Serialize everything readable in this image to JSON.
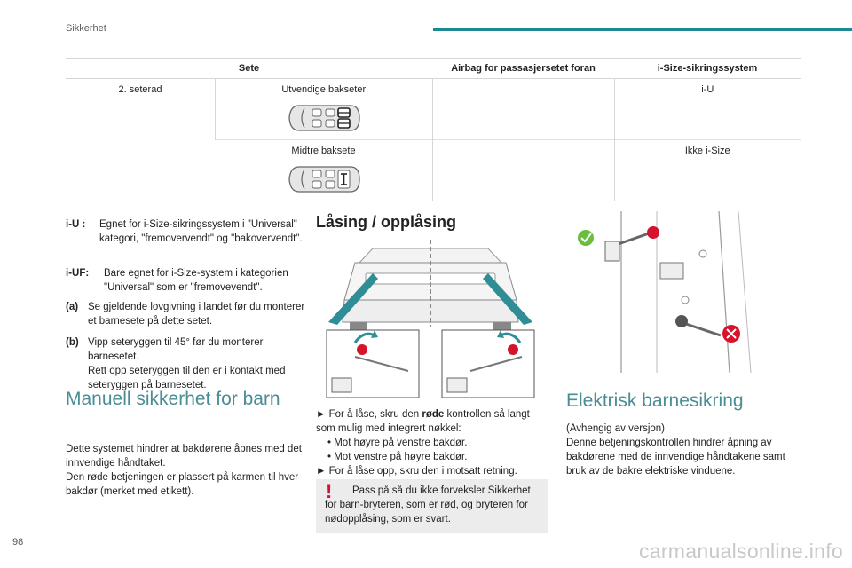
{
  "header": {
    "section": "Sikkerhet"
  },
  "table": {
    "headers": [
      "Sete",
      "Airbag for passasjersetet foran",
      "i-Size-sikringssystem"
    ],
    "row_label": "2. seterad",
    "rows": [
      {
        "seat": "Utvendige bakseter",
        "isize": "i-U"
      },
      {
        "seat": "Midtre baksete",
        "isize": "Ikke i-Size"
      }
    ]
  },
  "legend": {
    "iu_key": "i-U :",
    "iu_text": "Egnet for i-Size-sikringssystem i \"Universal\" kategori, \"fremovervendt\" og \"bakovervendt\".",
    "iuf_key": "i-UF:",
    "iuf_text": "Bare egnet for i-Size-system i kategorien \"Universal\" som er \"fremovevendt\".",
    "a_key": "(a)",
    "a_text": "Se gjeldende lovgivning i landet før du monterer et barnesete på dette setet.",
    "b_key": "(b)",
    "b_text1": "Vipp seteryggen til 45° før du monterer barnesetet.",
    "b_text2": "Rett opp seteryggen til den er i kontakt med seteryggen på barnesetet."
  },
  "manual": {
    "title": "Manuell sikkerhet for barn",
    "text1": "Dette systemet hindrer at bakdørene åpnes med det innvendige håndtaket.",
    "text2": "Den røde betjeningen er plassert på karmen til hver bakdør (merket med etikett)."
  },
  "locking": {
    "title": "Låsing / opplåsing",
    "step1_pre": "► For å låse, skru den ",
    "step1_bold": "røde",
    "step1_post": " kontrollen så langt som mulig med integrert nøkkel:",
    "bullet1": "• Mot høyre på venstre bakdør.",
    "bullet2": "• Mot venstre på høyre bakdør.",
    "step2": "► For å låse opp, skru den i motsatt retning.",
    "warning_mark": "!",
    "warning": "Pass på så du ikke forveksler Sikkerhet for barn-bryteren, som er rød, og bryteren for nødopplåsing, som er svart."
  },
  "electric": {
    "title": "Elektrisk barnesikring",
    "text1": "(Avhengig av versjon)",
    "text2": "Denne betjeningskontrollen hindrer åpning av bakdørene med de innvendige håndtakene samt bruk av de bakre elektriske vinduene."
  },
  "footer": {
    "page": "98",
    "watermark": "carmanualsonline.info"
  },
  "colors": {
    "teal": "#1d8a93",
    "heading": "#4a8d93",
    "red": "#d6132d",
    "green": "#6abf3a"
  }
}
